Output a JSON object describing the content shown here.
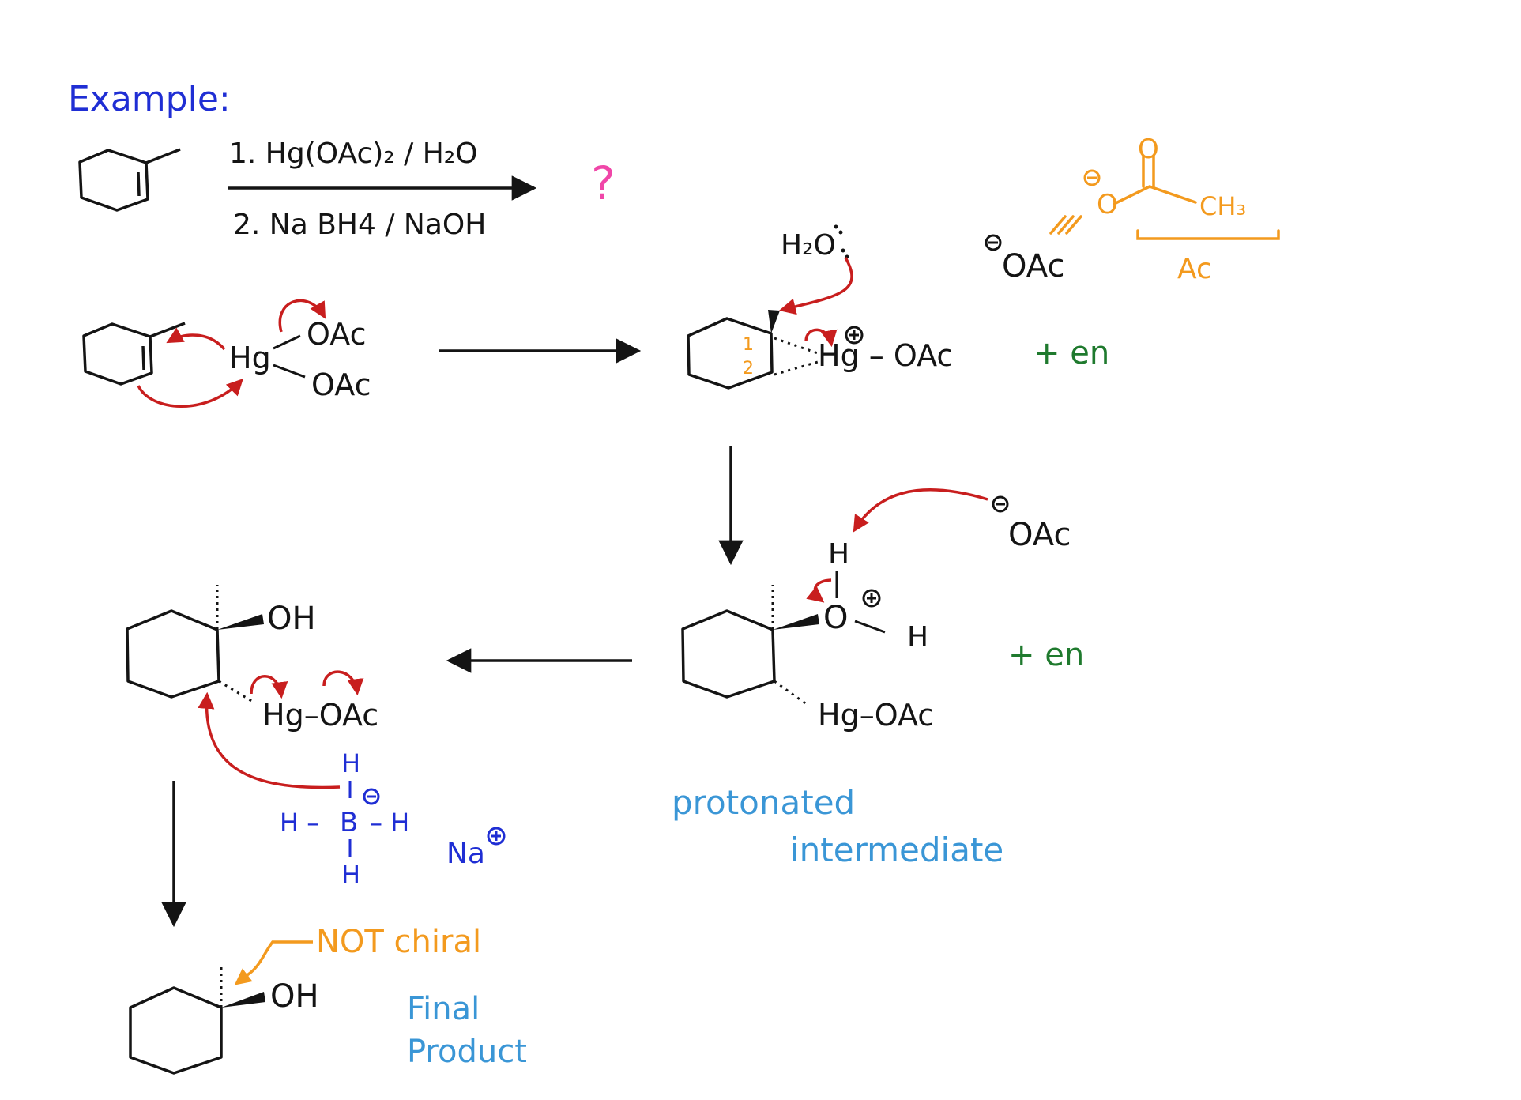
{
  "colors": {
    "black": "#141414",
    "red": "#c81e1e",
    "orange": "#f39a1e",
    "blue": "#1f2ed4",
    "green": "#1f7a2e",
    "lightblue": "#3a96d6",
    "pink": "#f046a8"
  },
  "header": {
    "title": "Example:"
  },
  "reaction": {
    "step1": "1. Hg(OAc)₂ / H₂O",
    "step2": "2. Na BH4 / NaOH",
    "question": "?"
  },
  "acetate_note": {
    "oac": "OAc",
    "ch3": "CH₃",
    "oxygen": "O",
    "label": "Ac"
  },
  "step_a": {
    "hg": "Hg",
    "oac1": "OAc",
    "oac2": "OAc"
  },
  "step_b": {
    "water": "H₂O",
    "hg_oac": "Hg – OAc",
    "en": "+ en",
    "carbon1": "1",
    "carbon2": "2"
  },
  "step_c": {
    "oac": "OAc",
    "h_top": "H",
    "o": "O",
    "h_right": "H",
    "hg_oac": "Hg–OAc",
    "en": "+ en",
    "caption_line1": "protonated",
    "caption_line2": "intermediate"
  },
  "step_d": {
    "oh": "OH",
    "hg_oac": "Hg–OAc",
    "h_top": "H",
    "h_left": "H –",
    "b": "B",
    "h_right": "– H",
    "h_bottom": "H",
    "na": "Na"
  },
  "product": {
    "oh": "OH",
    "note": "NOT chiral",
    "caption_line1": "Final",
    "caption_line2": "Product"
  }
}
